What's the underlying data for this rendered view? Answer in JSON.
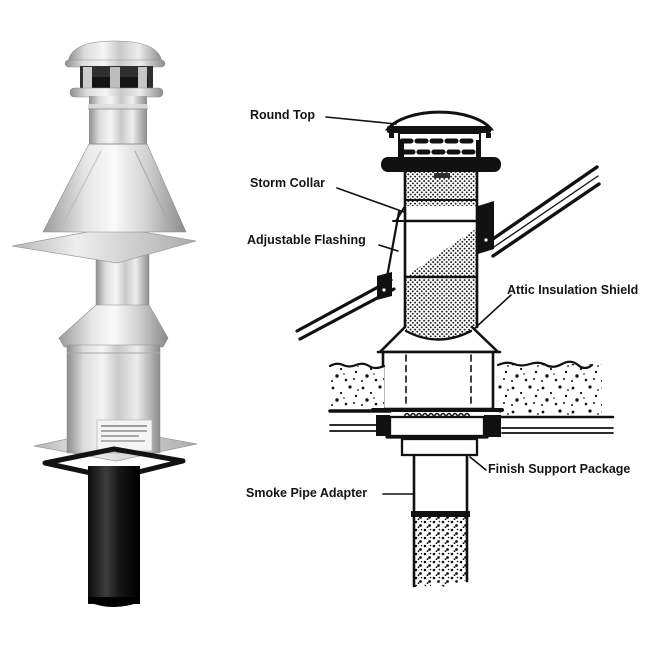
{
  "page": {
    "background": "#ffffff"
  },
  "diagram": {
    "line_color": "#111111",
    "labels": {
      "round_top": "Round Top",
      "storm_collar": "Storm Collar",
      "adjustable_flashing": "Adjustable Flashing",
      "attic_insulation_shield": "Attic Insulation Shield",
      "finish_support_package": "Finish Support Package",
      "smoke_pipe_adapter": "Smoke Pipe Adapter"
    }
  }
}
